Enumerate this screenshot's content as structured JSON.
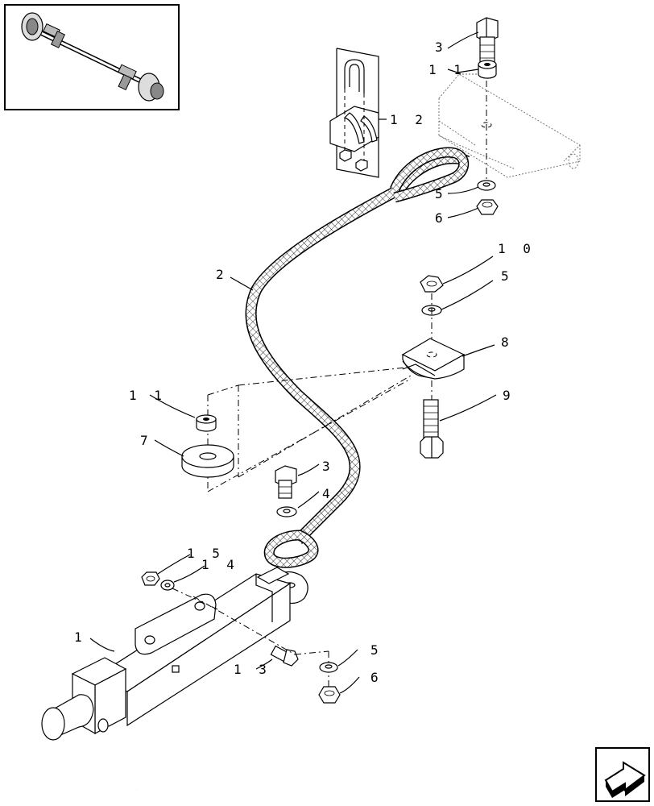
{
  "diagram": {
    "callouts": [
      {
        "id": "c3a",
        "label": "3"
      },
      {
        "id": "c11a",
        "label": "1 1"
      },
      {
        "id": "c12",
        "label": "1 2"
      },
      {
        "id": "c5a",
        "label": "5"
      },
      {
        "id": "c6a",
        "label": "6"
      },
      {
        "id": "c2",
        "label": "2"
      },
      {
        "id": "c10",
        "label": "1 0"
      },
      {
        "id": "c5b",
        "label": "5"
      },
      {
        "id": "c8",
        "label": "8"
      },
      {
        "id": "c9",
        "label": "9"
      },
      {
        "id": "c11b",
        "label": "1 1"
      },
      {
        "id": "c7",
        "label": "7"
      },
      {
        "id": "c3b",
        "label": "3"
      },
      {
        "id": "c4",
        "label": "4"
      },
      {
        "id": "c15",
        "label": "1 5"
      },
      {
        "id": "c14",
        "label": "1 4"
      },
      {
        "id": "c1",
        "label": "1"
      },
      {
        "id": "c13",
        "label": "1 3"
      },
      {
        "id": "c5c",
        "label": "5"
      },
      {
        "id": "c6b",
        "label": "6"
      }
    ]
  },
  "colors": {
    "line": "#000000",
    "background": "#ffffff"
  },
  "icons": {
    "thumbnail": "axle-thumbnail-icon",
    "navigation": "next-page-arrow-icon"
  }
}
